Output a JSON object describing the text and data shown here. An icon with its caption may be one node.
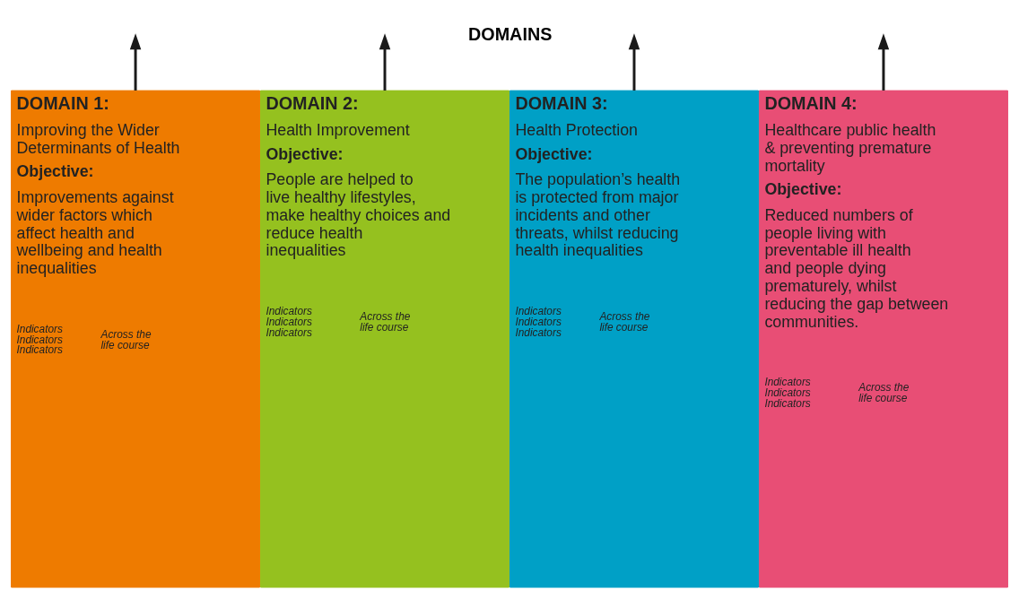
{
  "diagram": {
    "nodes": [
      {
        "text": [
          "DOMAIN 1:",
          "Improving the Wider Determinants of Health",
          "Objective:",
          "Improvements against wider factors which affect health and wellbeing and health inequalities",
          "Indicators Indicators Indicators",
          "Across the life course"
        ]
      },
      {
        "text": [
          "DOMAIN 2:",
          "Health Improvement",
          "Objective:",
          "People are helped to live healthy lifestyles, make healthy choices and reduce health inequalities",
          "Indicators Indicators Indicators",
          "Across the life course"
        ]
      },
      {
        "text": [
          "DOMAIN 3:",
          "Health Protection",
          "Objective:",
          "The population’s health is protected from major incidents and other threats, whilst reducing health inequalities",
          "Indicators Indicators Indicators",
          "Across the life course"
        ]
      },
      {
        "text": [
          "DOMAIN 4:",
          "Healthcare public health & preventing premature mortality",
          "Objective:",
          "Reduced numbers of people living with preventable ill health and people dying prematurely, whilst reducing the gap between communities.",
          "Indicators Indicators Indicators",
          "Across the life course"
        ]
      }
    ],
    "edges": [
      {
        "from": 0,
        "to": null,
        "arrow": "to"
      },
      {
        "from": 1,
        "to": null,
        "arrow": "to"
      },
      {
        "from": 2,
        "to": null,
        "arrow": "to"
      },
      {
        "from": 3,
        "to": null,
        "arrow": "to"
      }
    ],
    "labels": [
      "DOMAINS"
    ]
  }
}
